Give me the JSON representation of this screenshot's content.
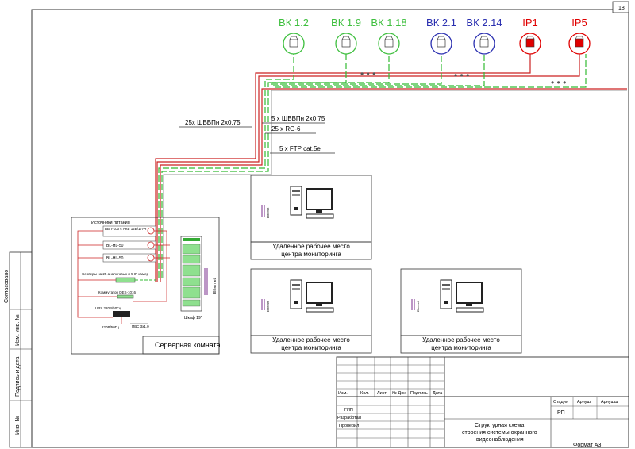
{
  "sheet_number": "18",
  "cameras": [
    {
      "label": "ВК 1.2",
      "type": "analog",
      "color": "#3fbf3f"
    },
    {
      "label": "ВК 1.9",
      "type": "analog",
      "color": "#3fbf3f"
    },
    {
      "label": "ВК 1.18",
      "type": "analog",
      "color": "#3fbf3f"
    },
    {
      "label": "ВК 2.1",
      "type": "analog",
      "color": "#2a2fb0"
    },
    {
      "label": "ВК 2.14",
      "type": "analog",
      "color": "#2a2fb0"
    },
    {
      "label": "IP1",
      "type": "ip",
      "color": "#e00000"
    },
    {
      "label": "IP5",
      "type": "ip",
      "color": "#e00000"
    }
  ],
  "cable_labels": {
    "power_main": "25х ШВВПн 2х0,75",
    "power_ip": "5 х ШВВПн 2х0,75",
    "coax": "25 х RG-6",
    "ftp": "5 х FTP cat.5e"
  },
  "server_room": {
    "title": "Серверная комната",
    "power_sources_label": "Источники питания",
    "psu_1": "ББП-100 с АКБ 12В/17Ач",
    "psu_2": "BL-HL-50",
    "psu_3": "BL-HL-50",
    "servers_label": "Серверы на 25 аналоговых и 5 IP камер",
    "switch_label": "Коммутатор DES-1016",
    "ups_label": "UPS 220В/50Гц",
    "mains_label": "220В/50Гц",
    "pvs_label": "ПВС 3х1,0",
    "cabinet_label": "Шкаф 19\"",
    "ethernet_label": "Ethernet"
  },
  "workstations": [
    {
      "line1": "Удаленное рабочее место",
      "line2": "центра мониторинга",
      "eth": "Ethernet"
    },
    {
      "line1": "Удаленное рабочее место",
      "line2": "центра мониторинга",
      "eth": "Ethernet"
    },
    {
      "line1": "Удаленное рабочее место",
      "line2": "центра мониторинга",
      "eth": "Ethernet"
    }
  ],
  "side_stamp": {
    "agreed": "Согласовано",
    "inv_orig": "Изм. инв. №",
    "sign_date": "Подпись и дата",
    "inv": "Инв. №"
  },
  "title_block": {
    "col_izm": "Изм.",
    "col_kol": "Кол.",
    "col_list": "Лист",
    "col_ndok": "№ Док",
    "col_sign": "Подпись",
    "col_date": "Дата",
    "role_gip": "ГИП",
    "role_dev": "Разработал",
    "role_check": "Проверил",
    "stage_h": "Стадия",
    "sheet_h": "Арнуш",
    "sheets_h": "Арнушш",
    "stage_v": "РП",
    "doc_title_1": "Структурная схема",
    "doc_title_2": "строения системы охранного",
    "doc_title_3": "видеонаблюдения",
    "format": "Формат А3"
  }
}
